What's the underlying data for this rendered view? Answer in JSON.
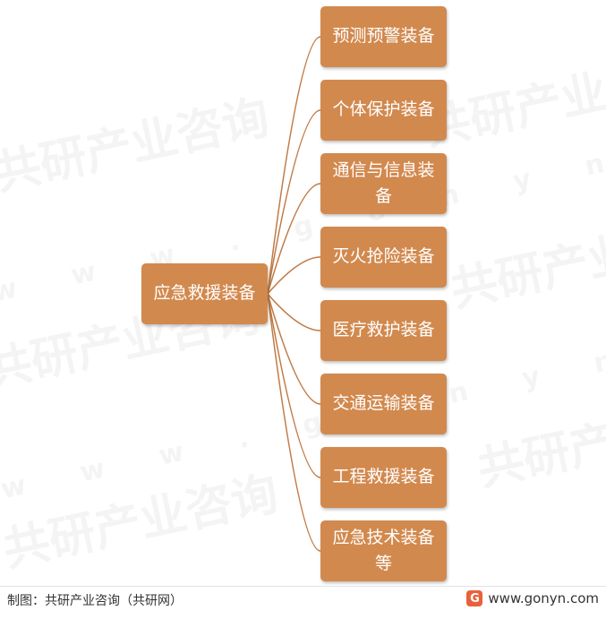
{
  "root": {
    "label": "应急救援装备"
  },
  "children": [
    {
      "label": "预测预警装备"
    },
    {
      "label": "个体保护装备"
    },
    {
      "label": "通信与信息装备"
    },
    {
      "label": "灭火抢险装备"
    },
    {
      "label": "医疗救护装备"
    },
    {
      "label": "交通运输装备"
    },
    {
      "label": "工程救援装备"
    },
    {
      "label": "应急技术装备等"
    }
  ],
  "footer": {
    "source": "制图：共研产业咨询（共研网）",
    "website": "www.gonyn.com",
    "logo_icon": "gonyn-logo-icon"
  },
  "watermark": {
    "brand": "共研产业咨询",
    "url": "w w w . g o n y n . c o m"
  },
  "colors": {
    "node_fill": "#d2894e",
    "connector": "#c07a45",
    "node_text": "#ffffff"
  }
}
